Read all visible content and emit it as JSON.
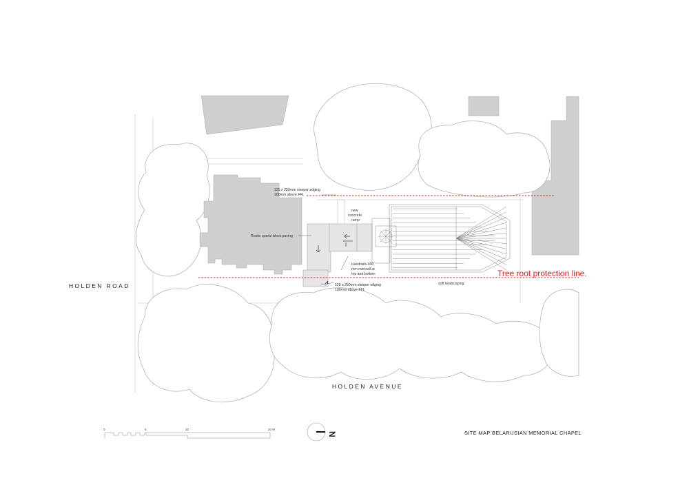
{
  "streets": {
    "holden_road": "HOLDEN ROAD",
    "holden_avenue": "HOLDEN AVENUE"
  },
  "annotations": {
    "sleeper_top_1": "125 x 250mm sleeper edging",
    "sleeper_top_2": "100mm above FFL",
    "ramp_1": "new",
    "ramp_2": "concrete",
    "ramp_3": "ramp",
    "paving": "Rustic quartz-block paving",
    "handrails_1": "Handrails-300",
    "handrails_2": "mm oversail at",
    "handrails_3": "top and bottom",
    "sleeper_bottom_1": "125 x 250mm sleeper edging",
    "sleeper_bottom_2": "100mm above FFL",
    "soft_landscaping": "soft landscaping",
    "tree_root_line": "Tree root protection line."
  },
  "scale_bar": {
    "labels": [
      "0",
      "5",
      "10",
      "20 M"
    ]
  },
  "north_arrow": {
    "label": "N"
  },
  "title": "SITE MAP BELARUSIAN MEMORIAL CHAPEL",
  "colors": {
    "protection_line": "#e02020",
    "building_fill": "#cfcfcf",
    "tree_outline": "#b4b4b4"
  }
}
